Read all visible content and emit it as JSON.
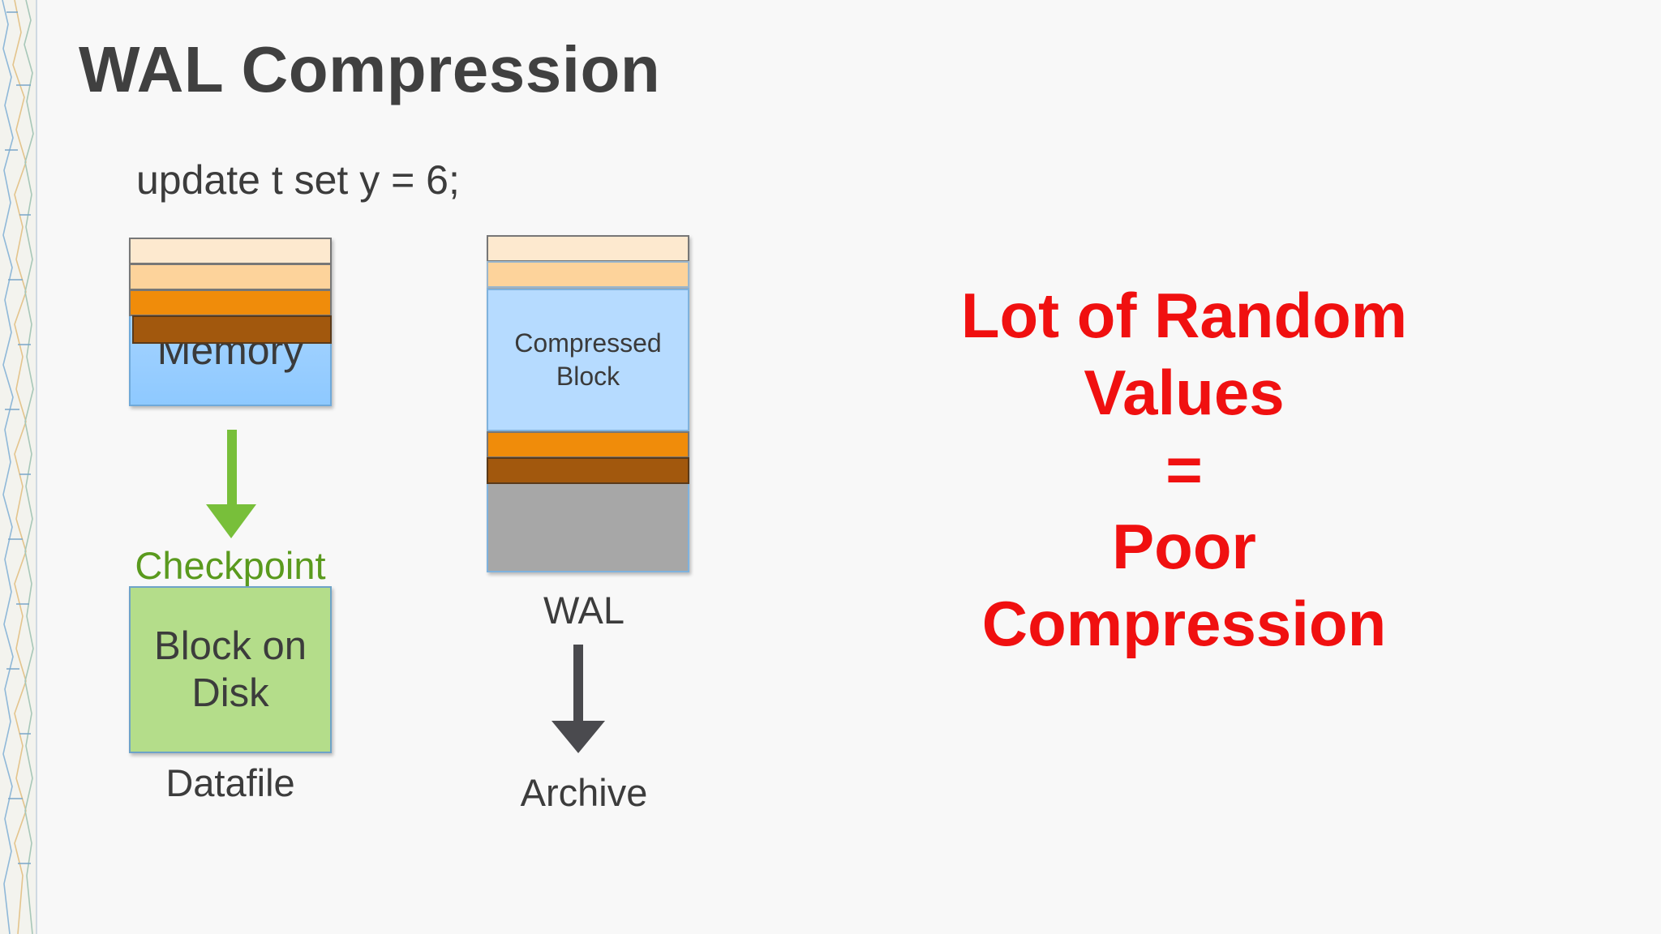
{
  "title": "WAL Compression",
  "sql": "update t set y = 6;",
  "memory": {
    "label": "Memory"
  },
  "checkpoint": {
    "label": "Checkpoint"
  },
  "datafile": {
    "block_label_line1": "Block on",
    "block_label_line2": "Disk",
    "caption": "Datafile"
  },
  "wal": {
    "compressed_line1": "Compressed",
    "compressed_line2": "Block",
    "caption": "WAL"
  },
  "archive": {
    "caption": "Archive"
  },
  "conclusion": {
    "lines": [
      "Lot of Random",
      "Values",
      "=",
      "Poor",
      "Compression"
    ]
  },
  "colors": {
    "title": "#404040",
    "conclusion": "#f01010",
    "checkpoint": "#5a9a1e",
    "memory_fill": "#8ec9ff",
    "disk_fill": "#b4dd8a",
    "layer_light": "#fde9cf",
    "layer_peach": "#fdd39b",
    "layer_orange": "#f08c0a",
    "layer_brown": "#a2580d",
    "wal_gray": "#a7a7a7"
  },
  "icons": {
    "checkpoint_arrow": "arrow-down-icon",
    "archive_arrow": "arrow-down-icon"
  }
}
